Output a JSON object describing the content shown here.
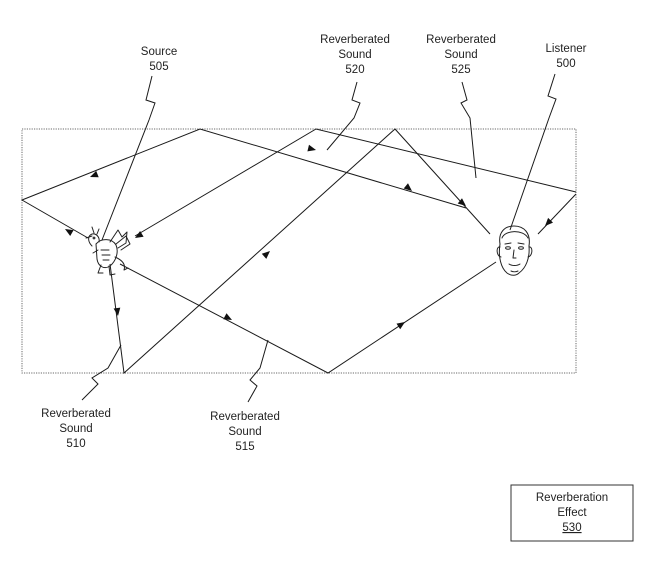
{
  "labels": {
    "source": {
      "name": "Source",
      "ref": "505"
    },
    "listener": {
      "name": "Listener",
      "ref": "500"
    },
    "sound_510": {
      "line1": "Reverberated",
      "line2": "Sound",
      "ref": "510"
    },
    "sound_515": {
      "line1": "Reverberated",
      "line2": "Sound",
      "ref": "515"
    },
    "sound_520": {
      "line1": "Reverberated",
      "line2": "Sound",
      "ref": "520"
    },
    "sound_525": {
      "line1": "Reverberated",
      "line2": "Sound",
      "ref": "525"
    }
  },
  "effect_box": {
    "line1": "Reverberation",
    "line2": "Effect",
    "ref": "530"
  }
}
